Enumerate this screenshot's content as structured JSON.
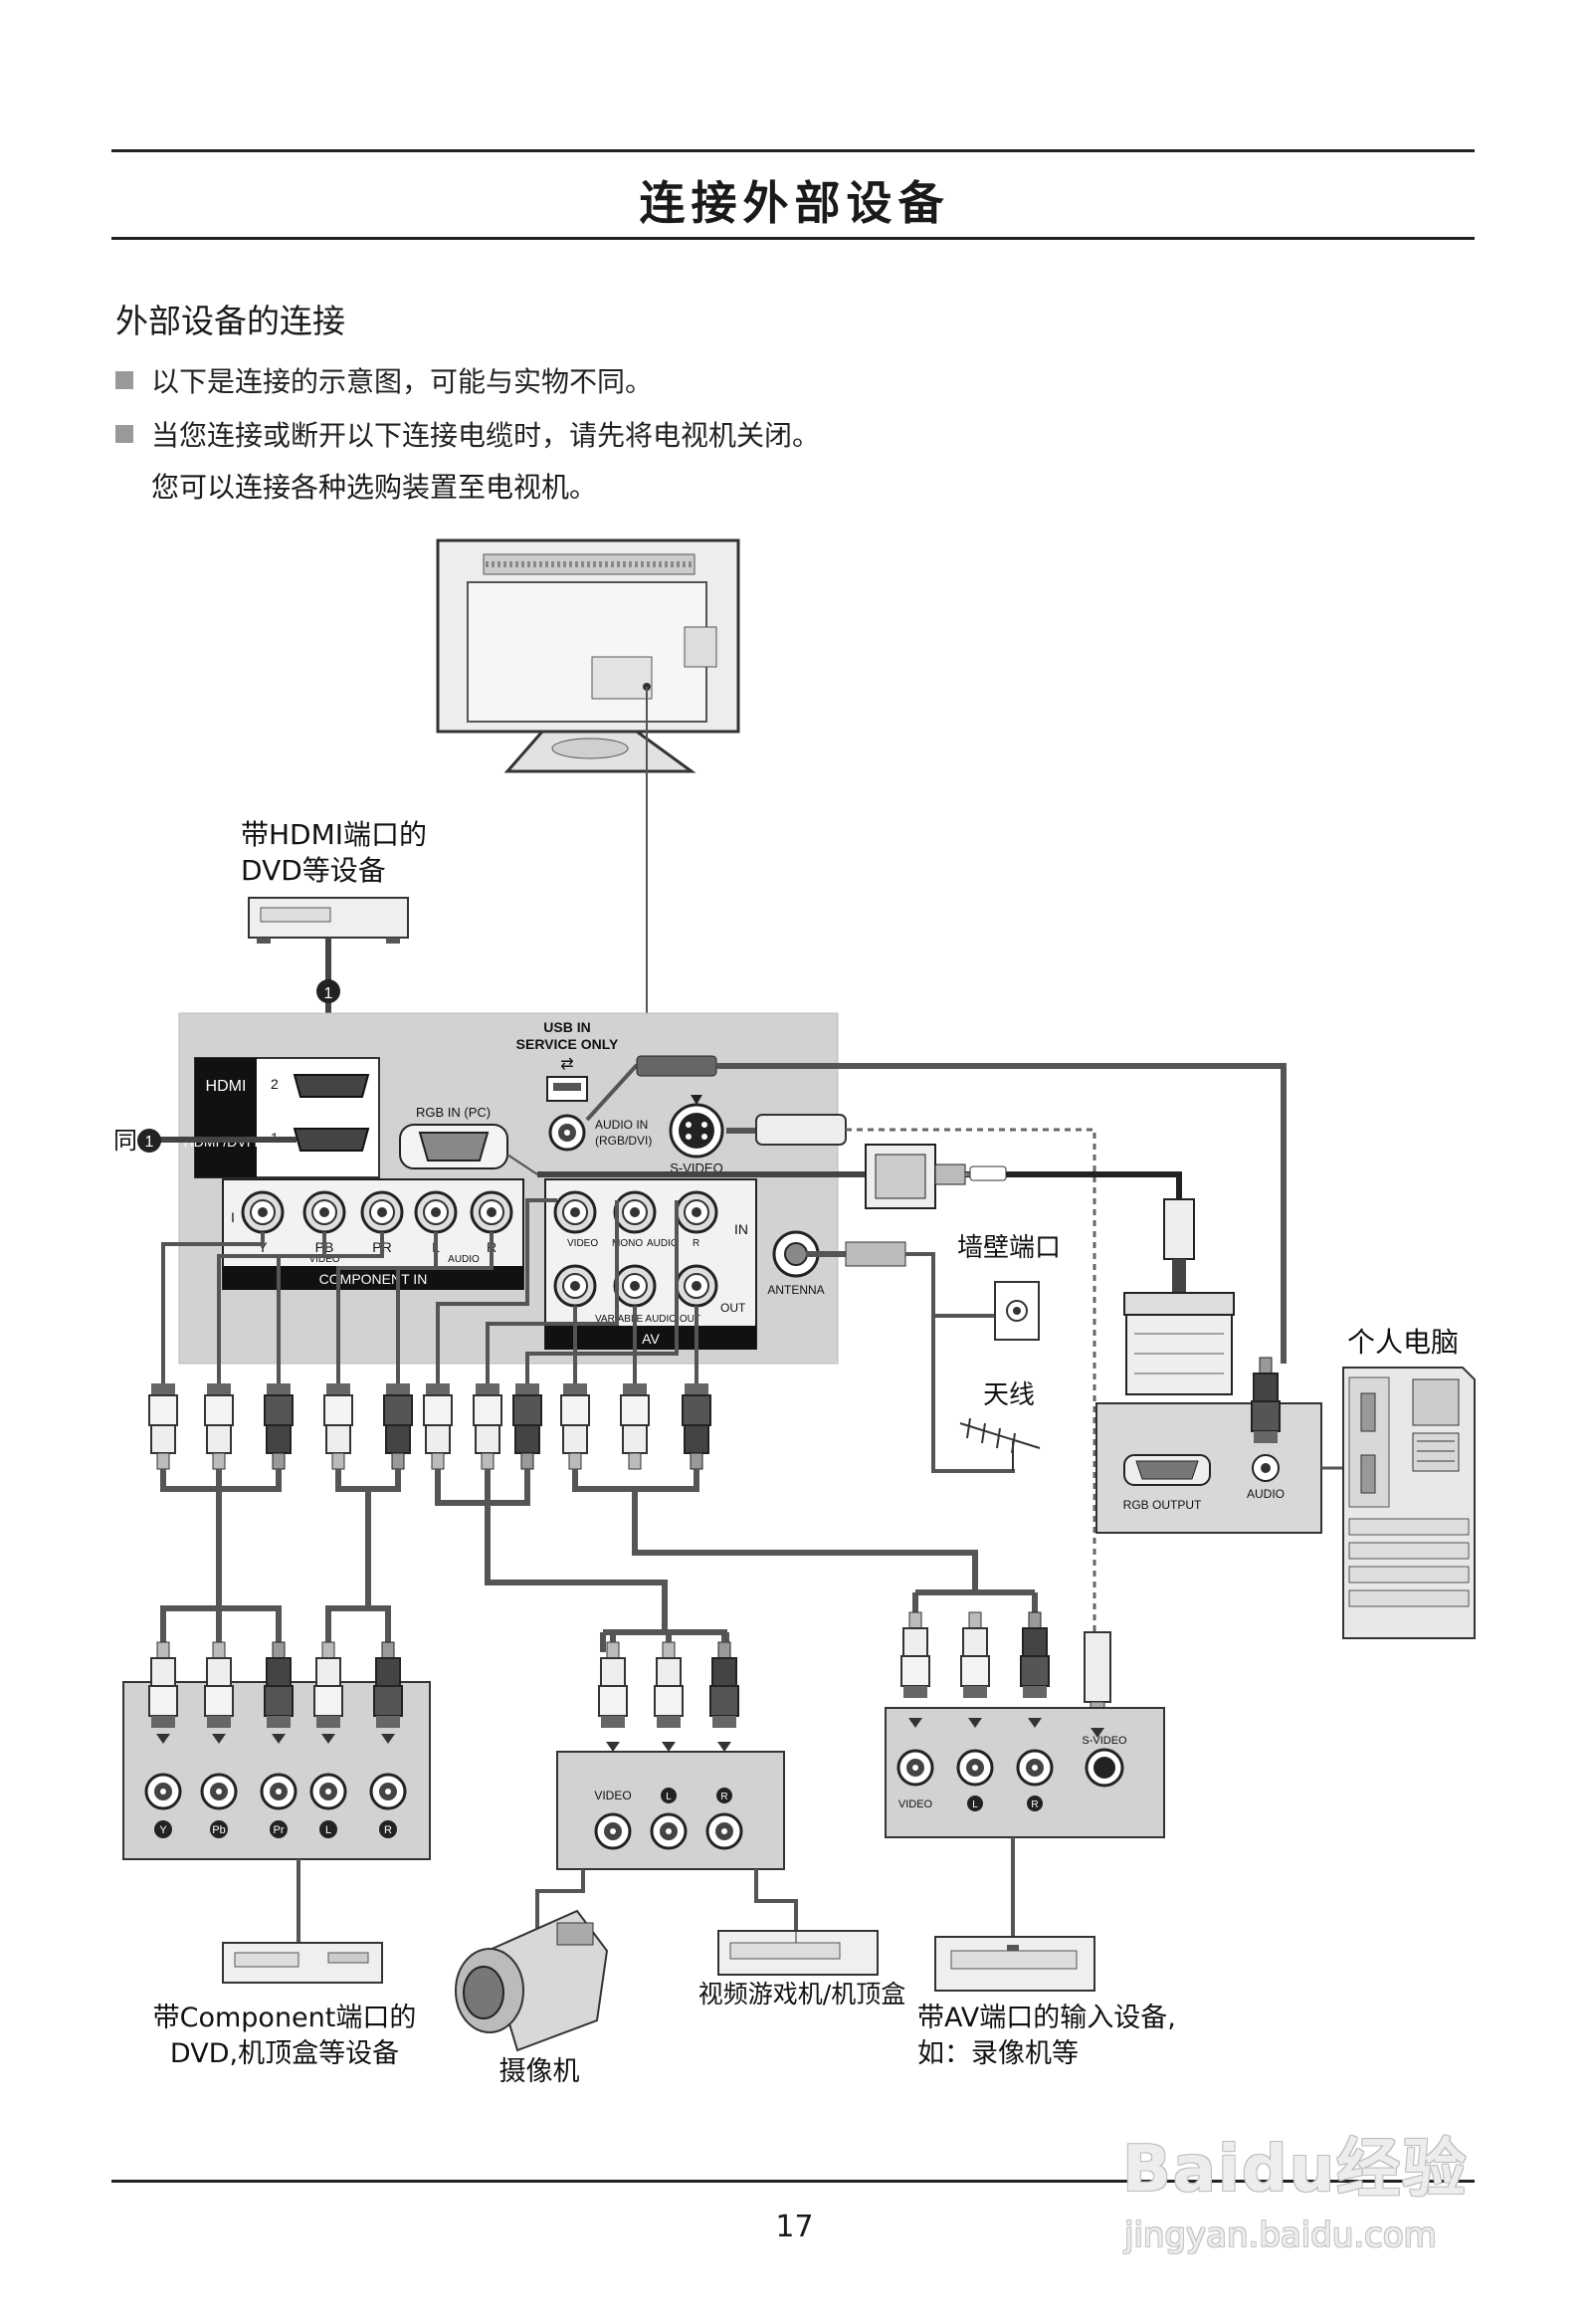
{
  "title": "连接外部设备",
  "subtitle": "外部设备的连接",
  "bullets": [
    "以下是连接的示意图，可能与实物不同。",
    "当您连接或断开以下连接电缆时，请先将电视机关闭。"
  ],
  "line3": "您可以连接各种选购装置至电视机。",
  "panel": {
    "usb": [
      "USB IN",
      "SERVICE ONLY"
    ],
    "hdmi": "HDMI",
    "hdmi_dvi": "HDMI /DVI IN",
    "hdmi_port2": "2",
    "hdmi_port1": "1",
    "rgb_in": "RGB IN (PC)",
    "audio_in": [
      "AUDIO IN",
      "(RGB/DVI)"
    ],
    "svideo": "S-VIDEO",
    "component_in": "COMPONENT IN",
    "component_ports": [
      "Y",
      "PB",
      "PR",
      "L",
      "R"
    ],
    "component_sub": [
      "VIDEO",
      "AUDIO"
    ],
    "av_ports": [
      "VIDEO",
      "MONO",
      "AUDIO",
      "R"
    ],
    "av_in": "IN",
    "av_out": "OUT",
    "variable_audio_out": "VARIABLE AUDIO OUT",
    "av": "AV",
    "antenna": "ANTENNA",
    "port_i": "I"
  },
  "labels": {
    "hdmi_device": [
      "带HDMI端口的",
      "DVD等设备"
    ],
    "same_as": "同",
    "marker_number": "1",
    "wall_outlet": "墙壁端口",
    "antenna": "天线",
    "pc": "个人电脑",
    "rgb_output": "RGB OUTPUT",
    "pc_audio": "AUDIO",
    "component_device": [
      "带Component端口的",
      "DVD,机顶盒等设备"
    ],
    "component_ports": [
      "Y",
      "Pb",
      "Pr",
      "L",
      "R"
    ],
    "camcorder": "摄像机",
    "cam_video": "VIDEO",
    "cam_ports": [
      "L",
      "R"
    ],
    "game_console": "视频游戏机/机顶盒",
    "av_device": [
      "带AV端口的输入设备,",
      "如：录像机等"
    ],
    "av_device_ports": [
      "VIDEO",
      "L",
      "R"
    ],
    "av_svideo": "S-VIDEO"
  },
  "page_number": "17",
  "watermark": [
    "Baidu经验",
    "jingyan.baidu.com"
  ]
}
